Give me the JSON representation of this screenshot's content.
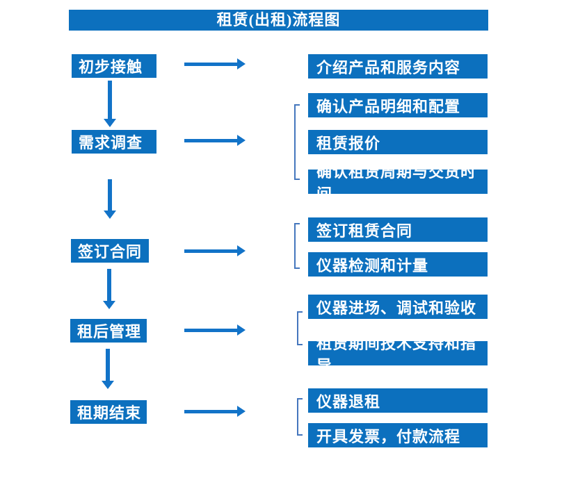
{
  "title": "租赁(出租)流程图",
  "colors": {
    "box_blue": "#0C70BE",
    "arrow_blue": "#1273C8",
    "bracket_blue": "#4476BD",
    "text_white": "#ffffff"
  },
  "stages": [
    {
      "label": "初步接触",
      "outputs": [
        "介绍产品和服务内容"
      ]
    },
    {
      "label": "需求调查",
      "outputs": [
        "确认产品明细和配置",
        "租赁报价",
        "确认租赁周期与交货时间"
      ]
    },
    {
      "label": "签订合同",
      "outputs": [
        "签订租赁合同",
        "仪器检测和计量"
      ]
    },
    {
      "label": "租后管理",
      "outputs": [
        "仪器进场、调试和验收",
        "租赁期间技术支持和指导"
      ]
    },
    {
      "label": "租期结束",
      "outputs": [
        "仪器退租",
        "开具发票，付款流程"
      ]
    }
  ]
}
